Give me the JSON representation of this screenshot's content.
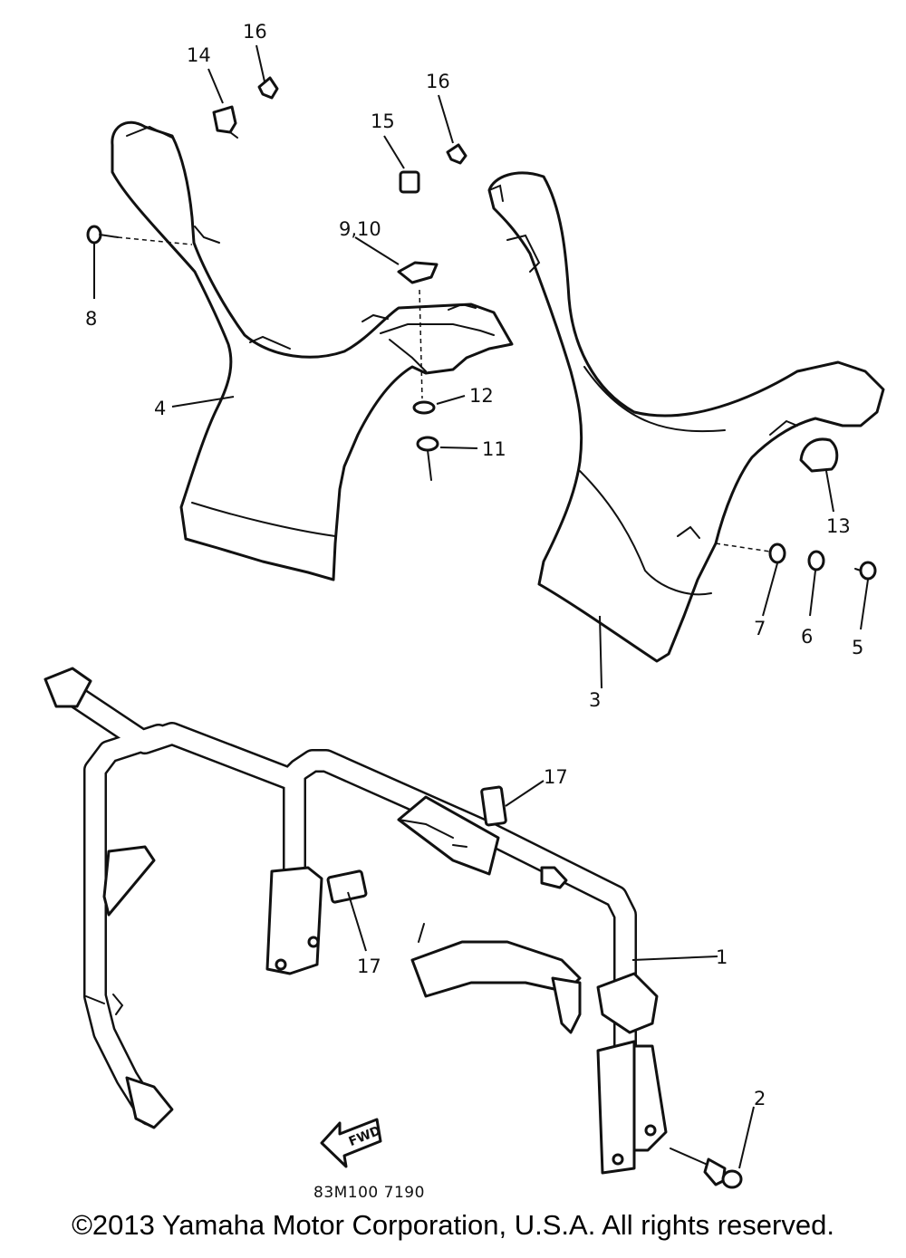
{
  "diagram": {
    "callouts": {
      "p1": "1",
      "p2": "2",
      "p3": "3",
      "p4": "4",
      "p5": "5",
      "p6": "6",
      "p7": "7",
      "p8": "8",
      "p9_10": "9,10",
      "p11": "11",
      "p12": "12",
      "p13": "13",
      "p14": "14",
      "p15": "15",
      "p16a": "16",
      "p16b": "16",
      "p17a": "17",
      "p17b": "17"
    },
    "fwd_label": "FWD",
    "drawing_code": "83M100 7190"
  },
  "footer": {
    "copyright": "©2013 Yamaha Motor Corporation, U.S.A. All rights reserved."
  }
}
